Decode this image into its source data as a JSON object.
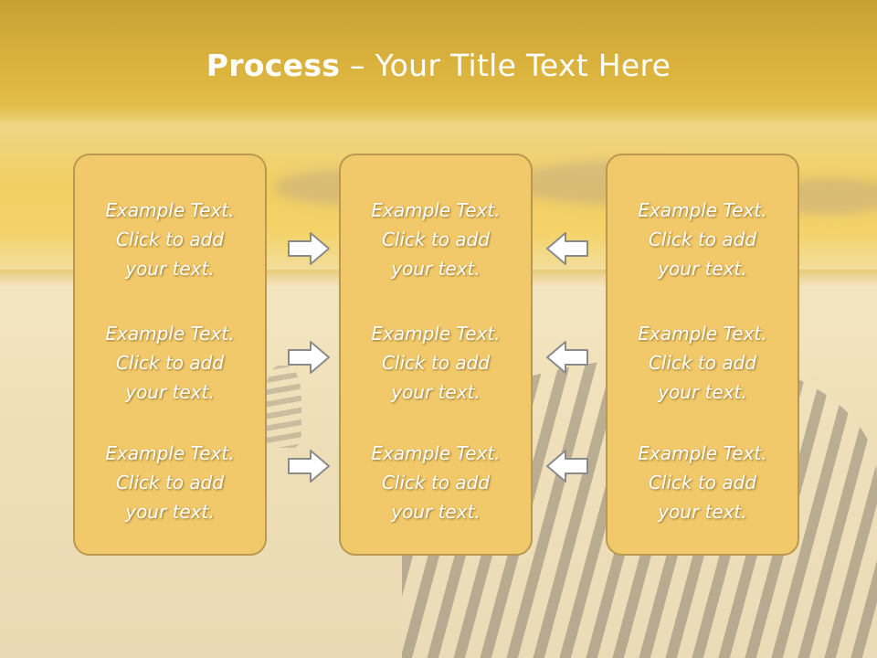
{
  "title": {
    "bold": "Process",
    "rest": " – Your Title Text Here"
  },
  "columns": [
    {
      "items": [
        {
          "line1": "Example Text.",
          "line2": "Click  to add",
          "line3": "your text."
        },
        {
          "line1": "Example Text.",
          "line2": "Click  to add",
          "line3": "your text."
        },
        {
          "line1": "Example Text.",
          "line2": "Click  to add",
          "line3": "your text."
        }
      ]
    },
    {
      "items": [
        {
          "line1": "Example Text.",
          "line2": "Click  to add",
          "line3": "your text."
        },
        {
          "line1": "Example Text.",
          "line2": "Click  to add",
          "line3": "your text."
        },
        {
          "line1": "Example Text.",
          "line2": "Click  to add",
          "line3": "your text."
        }
      ]
    },
    {
      "items": [
        {
          "line1": "Example Text.",
          "line2": "Click  to add",
          "line3": "your text."
        },
        {
          "line1": "Example Text.",
          "line2": "Click  to add",
          "line3": "your text."
        },
        {
          "line1": "Example Text.",
          "line2": "Click  to add",
          "line3": "your text."
        }
      ]
    }
  ],
  "arrows": {
    "left_group": [
      "right-arrow-icon",
      "right-arrow-icon",
      "right-arrow-icon"
    ],
    "right_group": [
      "left-arrow-icon",
      "left-arrow-icon",
      "left-arrow-icon"
    ]
  },
  "colors": {
    "box_fill": "#f1c96a",
    "box_border": "#b8994e",
    "title_band": "#d9b13c",
    "text": "#ffffff"
  }
}
